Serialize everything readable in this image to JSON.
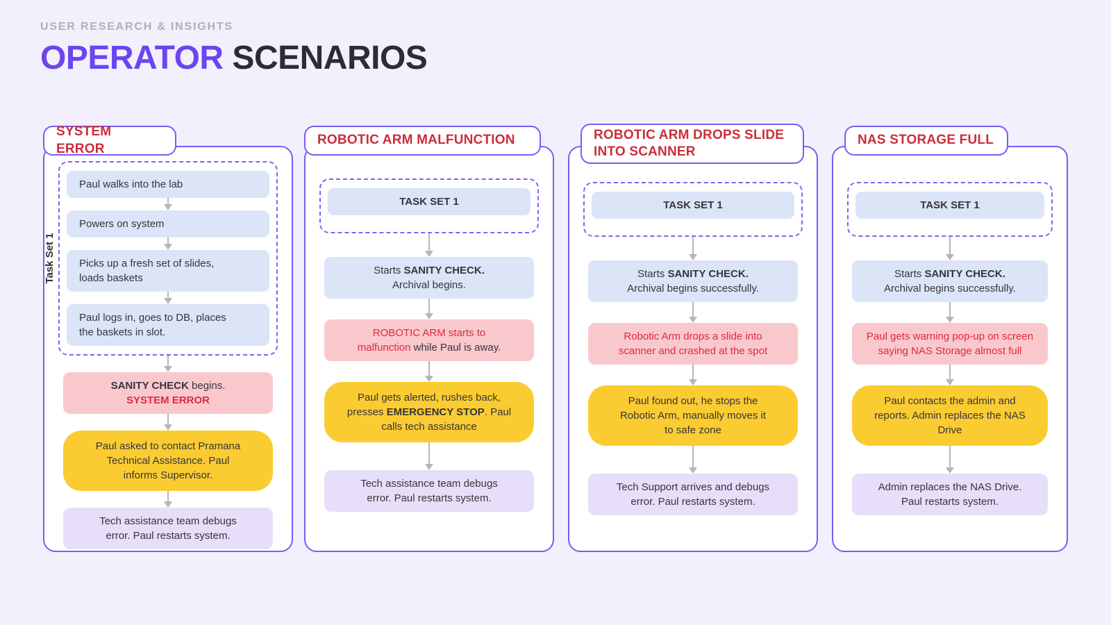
{
  "palette": {
    "page-bg": "#F2F0FC",
    "card-bg": "#FFFFFF",
    "purple-border": "#7A5CF2",
    "dashed-purple": "#7B66EE",
    "accent-purple": "#6B45EF",
    "title-red": "#CB2E3A",
    "text-red": "#E0293C",
    "box-blue": "#DCE4F8",
    "box-pink": "#F9C8CD",
    "box-yellow": "#FBCC31",
    "box-lavender": "#E7DFF9",
    "arrow-gray": "#B6B6B6",
    "text-dark": "#36343C",
    "muted-gray": "#B1AEBE"
  },
  "header": {
    "eyebrow": "USER RESEARCH & INSIGHTS",
    "title_accent": "OPERATOR",
    "title_rest": " SCENARIOS"
  },
  "columns": [
    {
      "id": "system-error",
      "title_lines": [
        "SYSTEM ERROR"
      ],
      "group": {
        "label": "Task Set 1",
        "steps": [
          {
            "bg": "blue",
            "align": "left",
            "lines": [
              [
                {
                  "t": "Paul walks into the lab"
                }
              ]
            ]
          },
          {
            "bg": "blue",
            "align": "left",
            "lines": [
              [
                {
                  "t": "Powers on system"
                }
              ]
            ]
          },
          {
            "bg": "blue",
            "align": "left",
            "lines": [
              [
                {
                  "t": "Picks up a fresh set of slides,"
                }
              ],
              [
                {
                  "t": "loads baskets"
                }
              ]
            ]
          },
          {
            "bg": "blue",
            "align": "left",
            "lines": [
              [
                {
                  "t": "Paul logs in, goes to DB, places"
                }
              ],
              [
                {
                  "t": "the baskets in slot."
                }
              ]
            ]
          }
        ]
      },
      "steps": [
        {
          "bg": "pink",
          "align": "center",
          "lines": [
            [
              {
                "t": "SANITY CHECK",
                "b": true
              },
              {
                "t": " begins."
              }
            ],
            [
              {
                "t": "SYSTEM ERROR",
                "b": true,
                "red": true
              }
            ]
          ]
        },
        {
          "bg": "yellow",
          "align": "center",
          "lines": [
            [
              {
                "t": "Paul asked to contact Pramana"
              }
            ],
            [
              {
                "t": "Technical Assistance. Paul"
              }
            ],
            [
              {
                "t": "informs Supervisor."
              }
            ]
          ]
        },
        {
          "bg": "lavender",
          "align": "center",
          "lines": [
            [
              {
                "t": "Tech assistance team debugs"
              }
            ],
            [
              {
                "t": "error. Paul restarts system."
              }
            ]
          ]
        }
      ]
    },
    {
      "id": "robotic-arm-malfunction",
      "title_lines": [
        "ROBOTIC ARM MALFUNCTION"
      ],
      "group": {
        "label": null,
        "steps": [
          {
            "bg": "blue",
            "align": "center",
            "lines": [
              [
                {
                  "t": "TASK SET 1",
                  "b": true
                }
              ]
            ]
          }
        ]
      },
      "steps": [
        {
          "bg": "blue",
          "align": "center",
          "lines": [
            [
              {
                "t": "Starts "
              },
              {
                "t": "SANITY CHECK.",
                "b": true
              }
            ],
            [
              {
                "t": "Archival begins."
              }
            ]
          ]
        },
        {
          "bg": "pink",
          "align": "center",
          "lines": [
            [
              {
                "t": "ROBOTIC ARM starts to",
                "red": true
              }
            ],
            [
              {
                "t": "malfunction",
                "red": true
              },
              {
                "t": " while Paul is away."
              }
            ]
          ]
        },
        {
          "bg": "yellow",
          "align": "center",
          "lines": [
            [
              {
                "t": "Paul gets alerted, rushes back,"
              }
            ],
            [
              {
                "t": "presses "
              },
              {
                "t": "EMERGENCY STOP",
                "b": true
              },
              {
                "t": ". Paul"
              }
            ],
            [
              {
                "t": "calls tech assistance"
              }
            ]
          ]
        },
        {
          "bg": "lavender",
          "align": "center",
          "lines": [
            [
              {
                "t": "Tech assistance team debugs"
              }
            ],
            [
              {
                "t": "error. Paul restarts system."
              }
            ]
          ]
        }
      ]
    },
    {
      "id": "robotic-arm-drops-slide",
      "title_lines": [
        "ROBOTIC ARM DROPS SLIDE",
        "INTO SCANNER"
      ],
      "group": {
        "label": null,
        "steps": [
          {
            "bg": "blue",
            "align": "center",
            "lines": [
              [
                {
                  "t": "TASK SET 1",
                  "b": true
                }
              ]
            ]
          }
        ]
      },
      "steps": [
        {
          "bg": "blue",
          "align": "center",
          "lines": [
            [
              {
                "t": "Starts "
              },
              {
                "t": "SANITY CHECK.",
                "b": true
              }
            ],
            [
              {
                "t": "Archival begins successfully."
              }
            ]
          ]
        },
        {
          "bg": "pink",
          "align": "center",
          "lines": [
            [
              {
                "t": "Robotic Arm drops a slide into",
                "red": true
              }
            ],
            [
              {
                "t": "scanner and crashed at the spot",
                "red": true
              }
            ]
          ]
        },
        {
          "bg": "yellow",
          "align": "center",
          "lines": [
            [
              {
                "t": "Paul found out, he stops the"
              }
            ],
            [
              {
                "t": "Robotic Arm, manually moves it"
              }
            ],
            [
              {
                "t": "to safe zone"
              }
            ]
          ]
        },
        {
          "bg": "lavender",
          "align": "center",
          "lines": [
            [
              {
                "t": "Tech Support arrives and debugs"
              }
            ],
            [
              {
                "t": "error. Paul restarts system."
              }
            ]
          ]
        }
      ]
    },
    {
      "id": "nas-storage-full",
      "title_lines": [
        "NAS STORAGE FULL"
      ],
      "group": {
        "label": null,
        "steps": [
          {
            "bg": "blue",
            "align": "center",
            "lines": [
              [
                {
                  "t": "TASK SET 1",
                  "b": true
                }
              ]
            ]
          }
        ]
      },
      "steps": [
        {
          "bg": "blue",
          "align": "center",
          "lines": [
            [
              {
                "t": "Starts "
              },
              {
                "t": "SANITY CHECK.",
                "b": true
              }
            ],
            [
              {
                "t": "Archival begins successfully."
              }
            ]
          ]
        },
        {
          "bg": "pink",
          "align": "center",
          "lines": [
            [
              {
                "t": "Paul gets warning pop-up on screen",
                "red": true
              }
            ],
            [
              {
                "t": "saying NAS Storage almost full",
                "red": true
              }
            ]
          ]
        },
        {
          "bg": "yellow",
          "align": "center",
          "lines": [
            [
              {
                "t": "Paul contacts the admin and"
              }
            ],
            [
              {
                "t": "reports. Admin replaces the NAS"
              }
            ],
            [
              {
                "t": "Drive"
              }
            ]
          ]
        },
        {
          "bg": "lavender",
          "align": "center",
          "lines": [
            [
              {
                "t": "Admin replaces the NAS Drive."
              }
            ],
            [
              {
                "t": "Paul restarts system."
              }
            ]
          ]
        }
      ]
    }
  ]
}
